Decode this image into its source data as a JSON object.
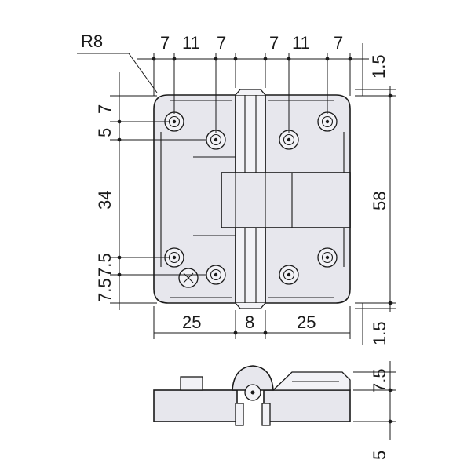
{
  "labels": {
    "radius": "R8",
    "top_left": [
      "7",
      "11",
      "7"
    ],
    "top_right": [
      "7",
      "11",
      "7"
    ],
    "top_edge": "1.5",
    "left_top": "7",
    "left_5": "5",
    "left_34": "34",
    "left_75": "7.5",
    "left_bottom": "7.5",
    "right_58": "58",
    "bottom_left": "25",
    "bottom_mid": "8",
    "bottom_right": "25",
    "bottom_edge": "1.5",
    "side_75": "7.5",
    "side_cut": "5"
  }
}
